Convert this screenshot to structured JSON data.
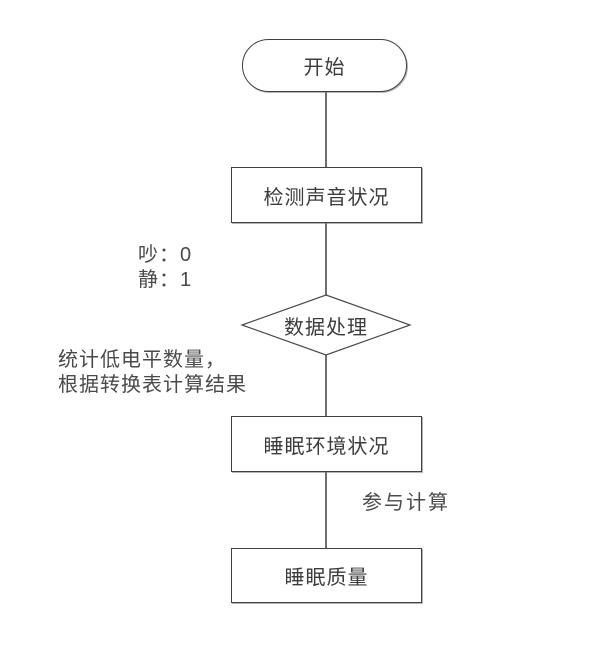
{
  "diagram": {
    "title": "sleep-quality-flowchart",
    "background_color": "#ffffff",
    "shape_border_color": "#404040",
    "connector_color": "#6e6e6e",
    "text_color": "#3c3c3c"
  },
  "nodes": {
    "start": {
      "type": "terminator",
      "label": "开始"
    },
    "detect": {
      "type": "process",
      "label": "检测声音状况"
    },
    "decision": {
      "type": "decision",
      "label": "数据处理"
    },
    "environment": {
      "type": "process",
      "label": "睡眠环境状况"
    },
    "quality": {
      "type": "process",
      "label": "睡眠质量"
    }
  },
  "annotations": {
    "noisy": "吵：0",
    "quiet": "静：1",
    "stats_line1": "统计低电平数量，",
    "stats_line2": "根据转换表计算结果",
    "participate": "参与计算"
  }
}
